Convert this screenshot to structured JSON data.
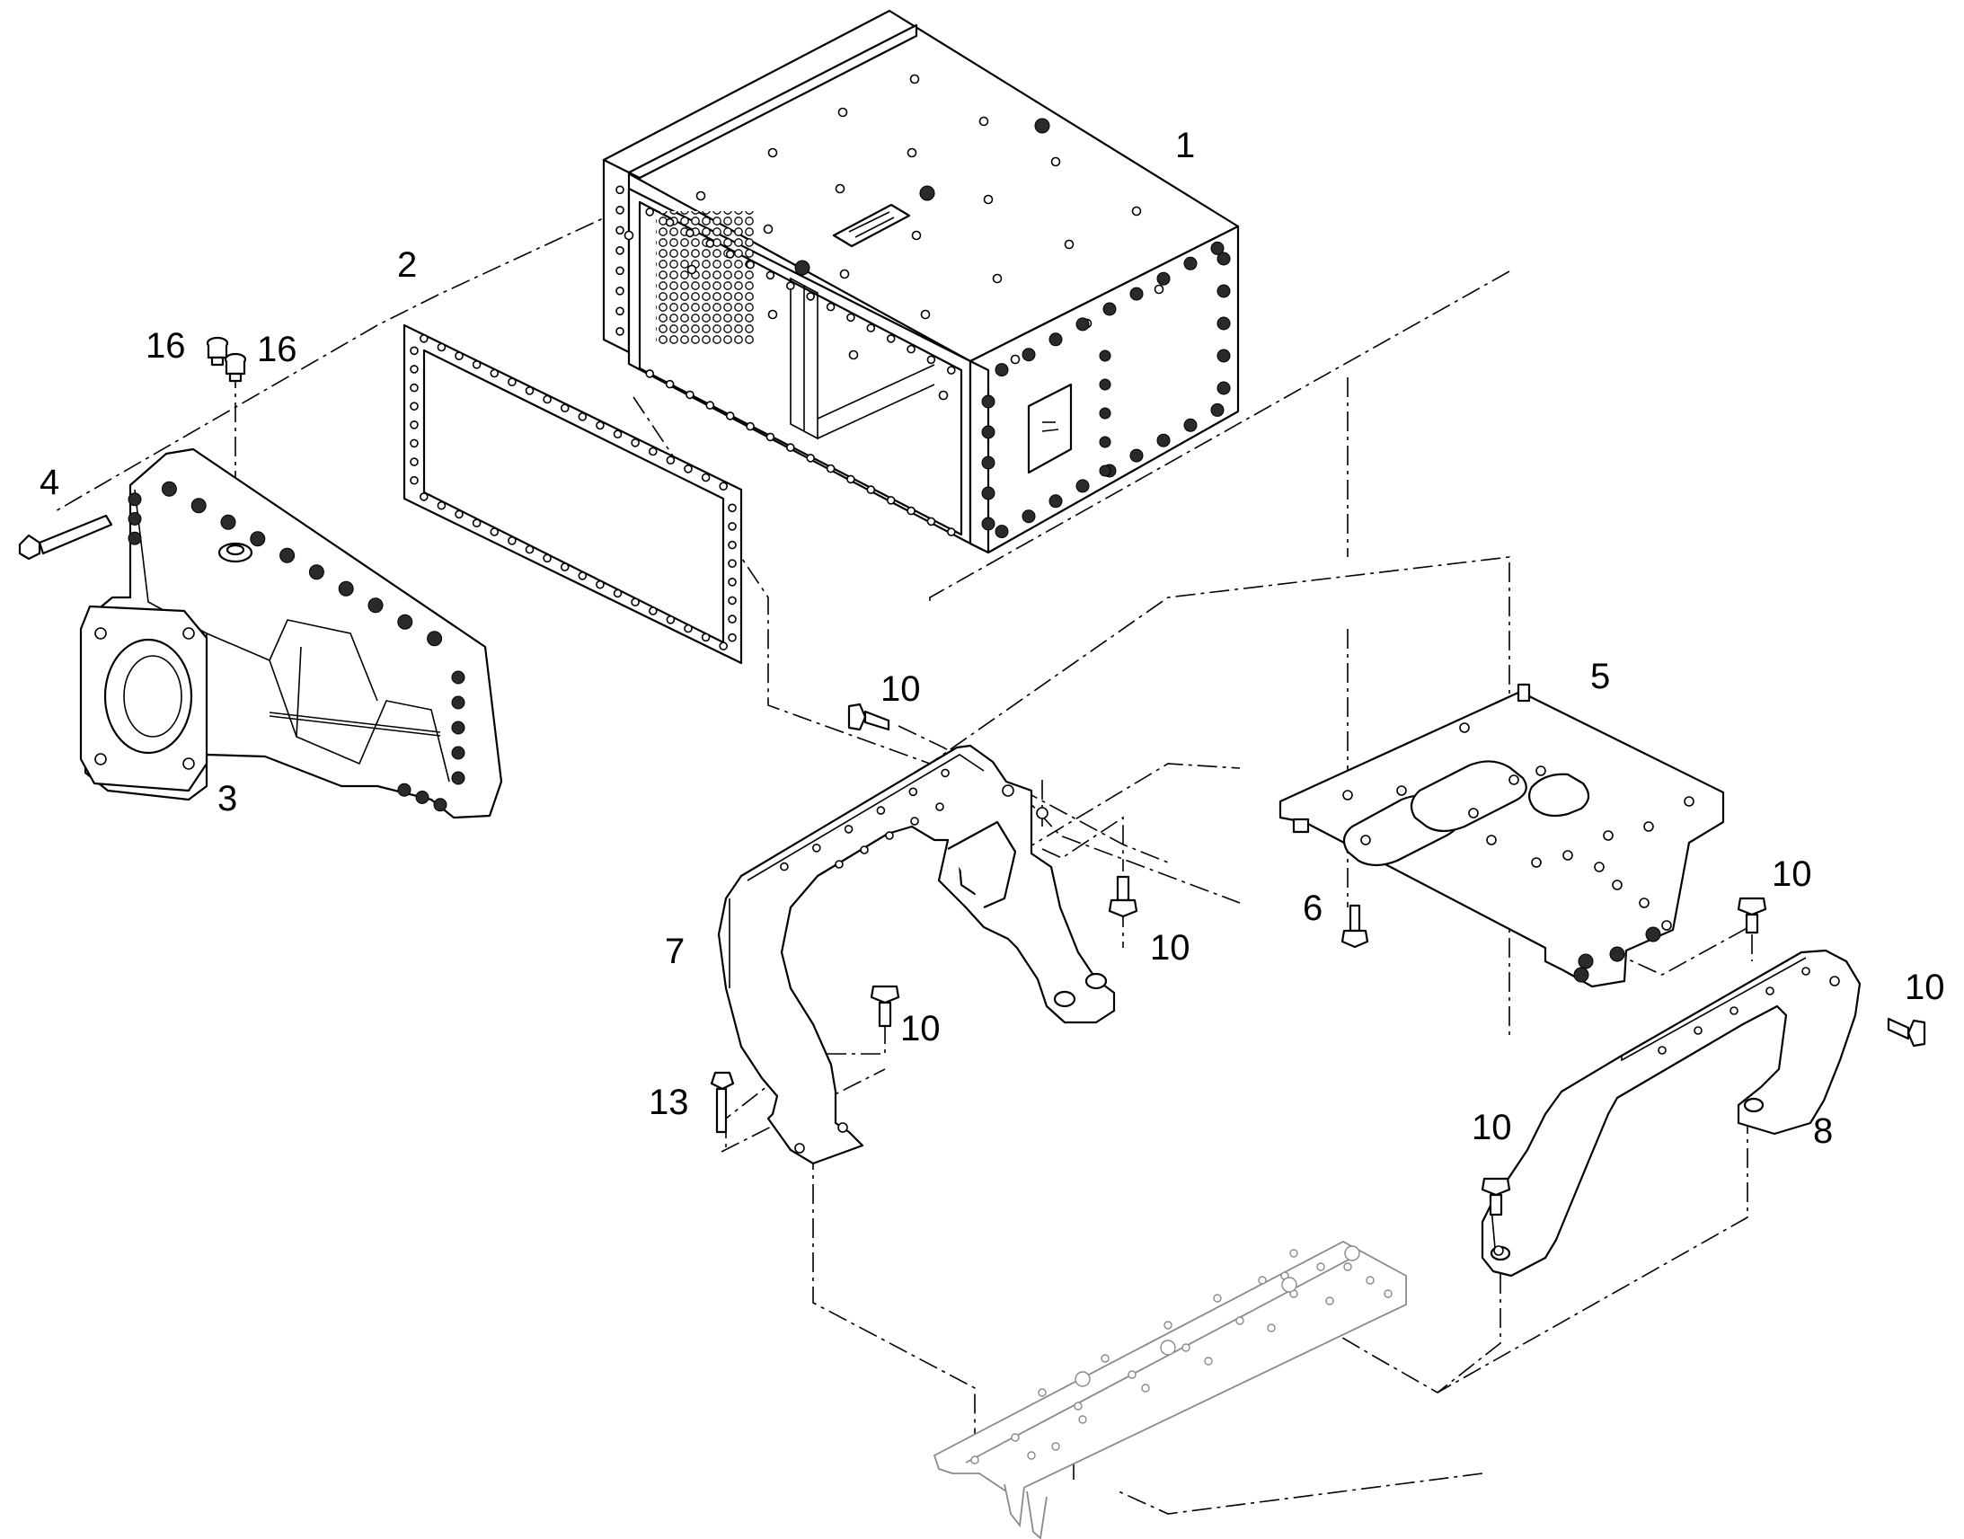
{
  "diagram": {
    "callouts": [
      {
        "id": "c1",
        "text": "1"
      },
      {
        "id": "c2",
        "text": "2"
      },
      {
        "id": "c3",
        "text": "3"
      },
      {
        "id": "c4",
        "text": "4"
      },
      {
        "id": "c5",
        "text": "5"
      },
      {
        "id": "c6",
        "text": "6"
      },
      {
        "id": "c7",
        "text": "7"
      },
      {
        "id": "c8",
        "text": "8"
      },
      {
        "id": "c10a",
        "text": "10"
      },
      {
        "id": "c10b",
        "text": "10"
      },
      {
        "id": "c10c",
        "text": "10"
      },
      {
        "id": "c10d",
        "text": "10"
      },
      {
        "id": "c10e",
        "text": "10"
      },
      {
        "id": "c10f",
        "text": "10"
      },
      {
        "id": "c13",
        "text": "13"
      },
      {
        "id": "c16a",
        "text": "16"
      },
      {
        "id": "c16b",
        "text": "16"
      }
    ],
    "colors": {
      "line": "#000000",
      "ghost_part": "#8a8a8a",
      "background": "#ffffff"
    }
  }
}
